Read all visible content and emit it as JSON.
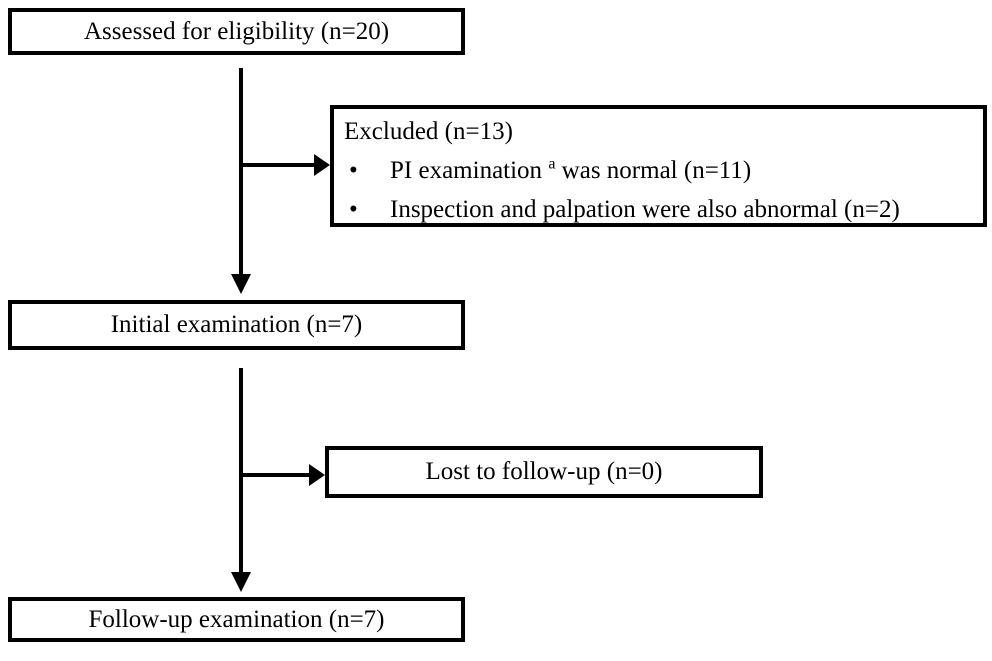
{
  "figure": {
    "type": "flow-diagram",
    "colors": {
      "background": "#ffffff",
      "line": "#000000",
      "text": "#000000"
    }
  },
  "boxes": {
    "assessed": {
      "label": "Assessed for eligibility (n=20)"
    },
    "excluded": {
      "title": "Excluded (n=13)",
      "bullet_glyph": "•",
      "items": [
        {
          "pre": "PI examination ",
          "sup": "a",
          "post": " was normal (n=11)"
        },
        {
          "pre": "Inspection and palpation were also abnormal (n=2)",
          "sup": "",
          "post": ""
        }
      ]
    },
    "initial": {
      "label": "Initial examination (n=7)"
    },
    "lost": {
      "label": "Lost to follow-up (n=0)"
    },
    "followup": {
      "label": "Follow-up examination (n=7)"
    }
  }
}
